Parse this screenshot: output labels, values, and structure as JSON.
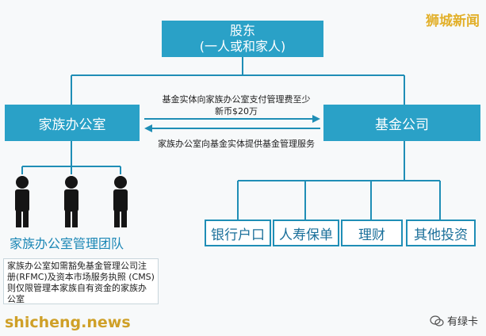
{
  "watermark": "狮城新闻",
  "shareholder": {
    "line1": "股东",
    "line2": "(一人或和家人)"
  },
  "family_office": "家族办公室",
  "fund_company": "基金公司",
  "arrow_top": {
    "line1": "基金实体向家族办公室支付管理费至少",
    "line2": "新币$20万"
  },
  "arrow_bottom": "家族办公室向基金实体提供基金管理服务",
  "team_label": "家族办公室管理团队",
  "note": "家族办公室如需豁免基金管理公司注册(RFMC)及资本市场服务执照 (CMS) 则仅限管理本家族自有资金的家族办公室",
  "subs": [
    "银行户口",
    "人寿保单",
    "理财",
    "其他投资"
  ],
  "site": "shicheng.news",
  "wechat": "有绿卡",
  "colors": {
    "box": "#2aa1c7",
    "line": "#1f8eb6"
  }
}
